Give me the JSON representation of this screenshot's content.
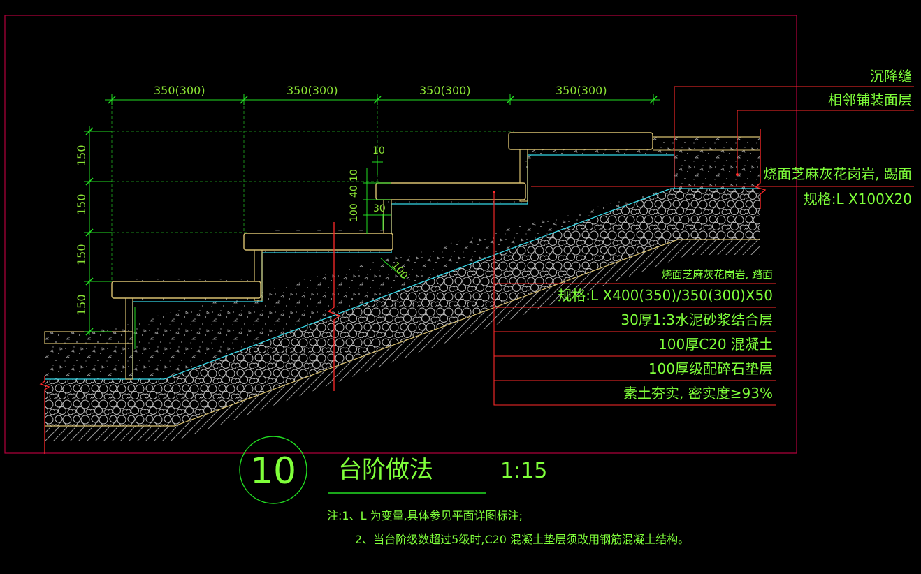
{
  "colors": {
    "background": "#000000",
    "frame": "#b3003c",
    "leader": "#ff2a2a",
    "dimension": "#22dd22",
    "guide": "#1a8a1a",
    "stone": "#d8c070",
    "concrete": "#8a8a8a",
    "gravel": "#bdbdbd",
    "mortar": "#33d6e6",
    "text": "#7fff3a"
  },
  "dimensions": {
    "treads": [
      "350(300)",
      "350(300)",
      "350(300)",
      "350(300)"
    ],
    "risers": [
      "150",
      "150",
      "150",
      "150"
    ],
    "detail": [
      "10",
      "10",
      "40",
      "100",
      "30",
      "100"
    ]
  },
  "labels": {
    "settlement_joint": "沉降缝",
    "adjacent_paving": "相邻铺装面层",
    "riser_stone": "烧面芝麻灰花岗岩, 踢面",
    "riser_spec": "规格:L X100X20",
    "tread_stone": "烧面芝麻灰花岗岩, 踏面",
    "tread_spec": "规格:L X400(350)/350(300)X50",
    "mortar": "30厚1:3水泥砂浆结合层",
    "concrete": "100厚C20 混凝土",
    "gravel": "100厚级配碎石垫层",
    "soil": "素土夯实, 密实度≥93%"
  },
  "title": {
    "number": "10",
    "name": "台阶做法",
    "scale": "1:15"
  },
  "notes": {
    "line1": "注:1、L 为变量,具体参见平面详图标注;",
    "line2": "2、当台阶级数超过5级时,C20 混凝土垫层须改用钢筋混凝土结构。"
  }
}
